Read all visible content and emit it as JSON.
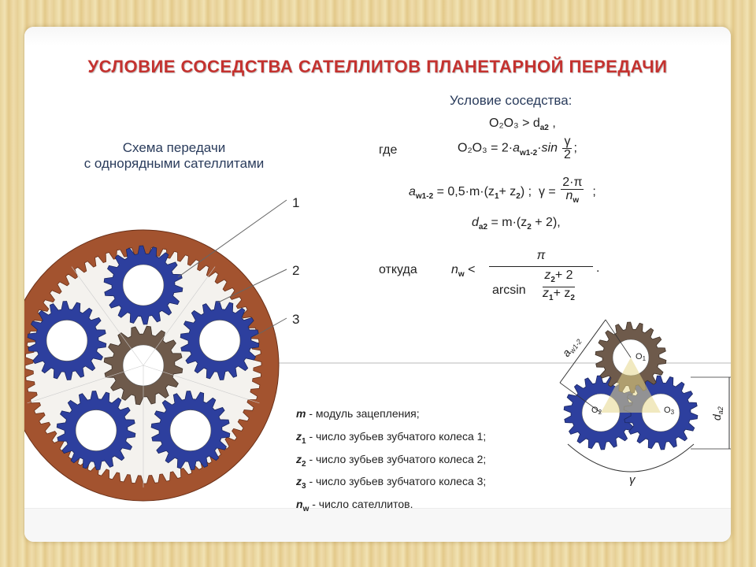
{
  "title": "УСЛОВИЕ СОСЕДСТВА САТЕЛЛИТОВ ПЛАНЕТАРНОЙ ПЕРЕДАЧИ",
  "scheme_caption_line1": "Схема передачи",
  "scheme_caption_line2": "с однорядными сателлитами",
  "condition_title": "Условие соседства:",
  "labels": {
    "n1": "1",
    "n2": "2",
    "n3": "3"
  },
  "formula": {
    "main": "O₂O₃ > d",
    "main_sub": "a2",
    "main_tail": " ,",
    "where": "где",
    "oo_left": "O₂O₃ = 2·",
    "aw": "a",
    "aw_sub": "w1-2",
    "sin": "·sin",
    "gamma": "γ",
    "two": "2",
    "semicolon": ";",
    "aw_eq_left": " = 0,5·m·(z",
    "aw_eq_mid": "+ z",
    "aw_eq_right": ") ;",
    "gamma_eq": "γ =",
    "two_pi": "2·π",
    "nw": "n",
    "nw_sub": "w",
    "semicolon2": ";",
    "da_left": "d",
    "da_sub": "a2",
    "da_right": " = m·(z",
    "da_tail": " + 2),",
    "otkuda": "откуда",
    "nw_lt": " <",
    "pi": "π",
    "arcsin": "arcsin",
    "z2p2": "z",
    "z2p2_tail": "+ 2",
    "z1pz2": "z",
    "z1pz2_mid": "+ z",
    "dot": "."
  },
  "legend": [
    {
      "sym": "m",
      "sub": "",
      "text": " - модуль зацепления;"
    },
    {
      "sym": "z",
      "sub": "1",
      "text": " - число зубьев зубчатого колеса 1;"
    },
    {
      "sym": "z",
      "sub": "2",
      "text": " - число зубьев зубчатого колеса 2;"
    },
    {
      "sym": "z",
      "sub": "3",
      "text": " - число зубьев зубчатого колеса 3;"
    },
    {
      "sym": "n",
      "sub": "w",
      "text": " - число сателлитов."
    }
  ],
  "small_diagram": {
    "o1": "O",
    "o1_sub": "1",
    "o2": "O",
    "o2_sub": "2",
    "o3": "O",
    "o3_sub": "3",
    "aw_label": "a",
    "aw_label_sub": "w1-2",
    "da_label": "d",
    "da_label_sub": "a2",
    "gamma_label": "γ"
  },
  "colors": {
    "title": "#c4322f",
    "ring_gear": "#a3532f",
    "planet_gear": "#2d3f9e",
    "sun_gear": "#6e5a4b"
  }
}
